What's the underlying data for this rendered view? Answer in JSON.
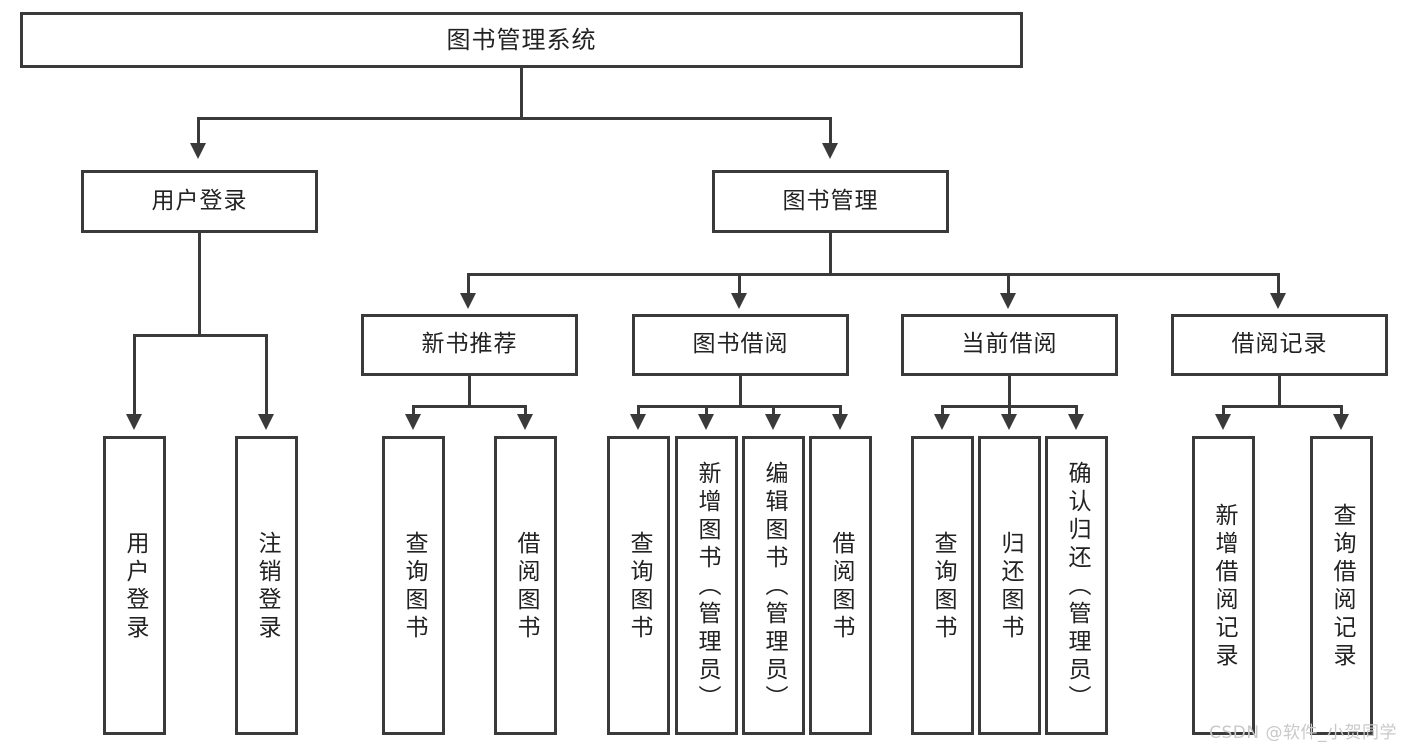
{
  "diagram": {
    "type": "tree",
    "title": "图书管理系统",
    "root": {
      "label": "图书管理系统"
    },
    "level2": [
      {
        "label": "用户登录"
      },
      {
        "label": "图书管理"
      }
    ],
    "level3": [
      {
        "label": "新书推荐"
      },
      {
        "label": "图书借阅"
      },
      {
        "label": "当前借阅"
      },
      {
        "label": "借阅记录"
      }
    ],
    "leaves": {
      "user_login": [
        {
          "label": "用户登录"
        },
        {
          "label": "注销登录"
        }
      ],
      "new_book_recommend": [
        {
          "label": "查询图书"
        },
        {
          "label": "借阅图书"
        }
      ],
      "book_borrow": [
        {
          "label": "查询图书"
        },
        {
          "label": "新增图书（管理员）"
        },
        {
          "label": "编辑图书（管理员）"
        },
        {
          "label": "借阅图书"
        }
      ],
      "current_borrow": [
        {
          "label": "查询图书"
        },
        {
          "label": "归还图书"
        },
        {
          "label": "确认归还（管理员）"
        }
      ],
      "borrow_record": [
        {
          "label": "新增借阅记录"
        },
        {
          "label": "查询借阅记录"
        }
      ]
    }
  },
  "watermark": {
    "text": "CSDN @软件_小贺同学"
  },
  "colors": {
    "line": "#3a3a3a",
    "box_background": "#ffffff",
    "text": "#222222",
    "watermark": "#c9c9c9",
    "page_background": "#ffffff"
  }
}
